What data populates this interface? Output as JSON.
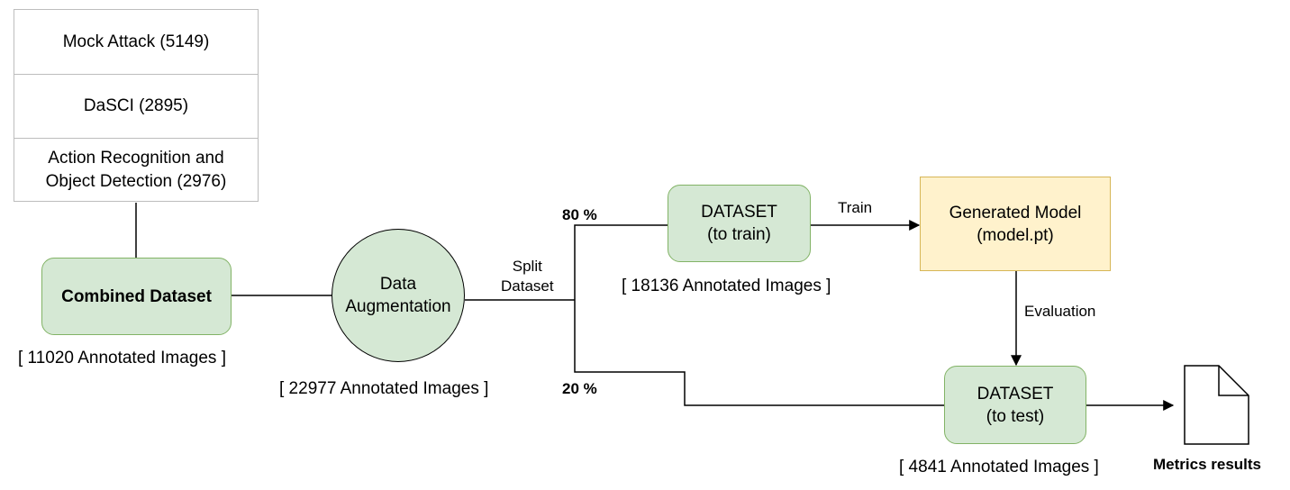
{
  "sources": [
    {
      "label": "Mock Attack (5149)"
    },
    {
      "label": "DaSCI (2895)"
    },
    {
      "label": "Action Recognition and\nObject Detection (2976)"
    }
  ],
  "combined": {
    "label": "Combined Dataset",
    "count": "[ 11020 Annotated Images ]"
  },
  "augmentation": {
    "label": "Data\nAugmentation",
    "count": "[ 22977 Annotated Images ]"
  },
  "split": {
    "label": "Split\nDataset",
    "train_pct": "80 %",
    "test_pct": "20 %"
  },
  "train_set": {
    "label": "DATASET\n(to train)",
    "count": "[ 18136 Annotated Images ]"
  },
  "train_edge": {
    "label": "Train"
  },
  "model": {
    "label": "Generated Model\n(model.pt)"
  },
  "evaluation_edge": {
    "label": "Evaluation"
  },
  "test_set": {
    "label": "DATASET\n(to test)",
    "count": "[ 4841 Annotated Images ]"
  },
  "results": {
    "label": "Metrics results",
    "icon": "document-icon"
  }
}
